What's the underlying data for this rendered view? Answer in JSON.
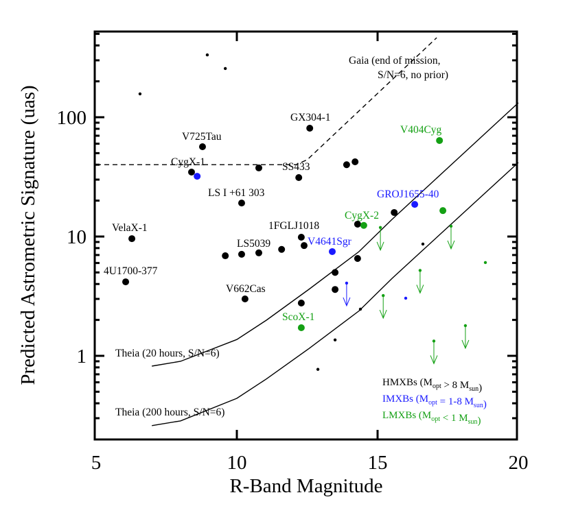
{
  "chart_data": {
    "type": "scatter",
    "xlabel": "R-Band Magnitude",
    "ylabel": "Predicted Astrometric Signature (uas)",
    "xlim": [
      5,
      20
    ],
    "ylim": [
      0.2,
      530
    ],
    "yscale": "log",
    "x_ticks": [
      "5",
      "10",
      "15",
      "20"
    ],
    "y_ticks": [
      "1",
      "10",
      "100"
    ],
    "grid": false,
    "legend_placement": "bottom-right",
    "colors": {
      "HMXB": "#000000",
      "IMXB": "#1a1aff",
      "LMXB": "#14a014"
    },
    "legend": [
      {
        "class": "HMXB",
        "prefix": "HMXBs (M",
        "sub1": "opt",
        "mid": " > 8 M",
        "sub2": "sun",
        "suffix": ")"
      },
      {
        "class": "IMXB",
        "prefix": "IMXBs (M",
        "sub1": "opt",
        "mid": " = 1-8 M",
        "sub2": "sun",
        "suffix": ")"
      },
      {
        "class": "LMXB",
        "prefix": "LMXBs (M",
        "sub1": "opt",
        "mid": " < 1 M",
        "sub2": "sun",
        "suffix": ")"
      }
    ],
    "points": [
      {
        "class": "HMXB",
        "x": 8.78,
        "y": 56.6,
        "label": "V725Tau"
      },
      {
        "class": "HMXB",
        "x": 8.39,
        "y": 34.7,
        "label": "CygX-1"
      },
      {
        "class": "HMXB",
        "x": 10.78,
        "y": 37.6,
        "label": ""
      },
      {
        "class": "HMXB",
        "x": 12.2,
        "y": 31.2,
        "label": "SS433"
      },
      {
        "class": "HMXB",
        "x": 12.59,
        "y": 80.9,
        "label": "GX304-1"
      },
      {
        "class": "HMXB",
        "x": 13.9,
        "y": 40.0,
        "label": ""
      },
      {
        "class": "HMXB",
        "x": 14.2,
        "y": 42.3,
        "label": ""
      },
      {
        "class": "HMXB",
        "x": 10.17,
        "y": 19.1,
        "label": "LS I +61 303"
      },
      {
        "class": "HMXB",
        "x": 6.27,
        "y": 9.6,
        "label": "VelaX-1"
      },
      {
        "class": "HMXB",
        "x": 15.59,
        "y": 15.9,
        "label": ""
      },
      {
        "class": "HMXB",
        "x": 14.29,
        "y": 12.7,
        "label": ""
      },
      {
        "class": "HMXB",
        "x": 12.29,
        "y": 9.87,
        "label": "1FGLJ1018"
      },
      {
        "class": "HMXB",
        "x": 12.39,
        "y": 8.4,
        "label": ""
      },
      {
        "class": "HMXB",
        "x": 11.59,
        "y": 7.8,
        "label": ""
      },
      {
        "class": "HMXB",
        "x": 10.78,
        "y": 7.3,
        "label": ""
      },
      {
        "class": "HMXB",
        "x": 10.17,
        "y": 7.1,
        "label": "LS5039"
      },
      {
        "class": "HMXB",
        "x": 9.59,
        "y": 6.9,
        "label": ""
      },
      {
        "class": "HMXB",
        "x": 14.29,
        "y": 6.55,
        "label": ""
      },
      {
        "class": "HMXB",
        "x": 13.49,
        "y": 5.0,
        "label": ""
      },
      {
        "class": "HMXB",
        "x": 6.05,
        "y": 4.17,
        "label": "4U1700-377"
      },
      {
        "class": "HMXB",
        "x": 13.49,
        "y": 3.6,
        "label": ""
      },
      {
        "class": "HMXB",
        "x": 10.29,
        "y": 3.0,
        "label": "V662Cas"
      },
      {
        "class": "HMXB",
        "x": 12.29,
        "y": 2.77,
        "label": ""
      },
      {
        "class": "HMXB",
        "x": 8.95,
        "y": 333,
        "label": "",
        "small": true
      },
      {
        "class": "HMXB",
        "x": 9.59,
        "y": 256,
        "label": "",
        "small": true
      },
      {
        "class": "HMXB",
        "x": 6.56,
        "y": 157,
        "label": "",
        "small": true
      },
      {
        "class": "HMXB",
        "x": 16.61,
        "y": 8.65,
        "label": "",
        "small": true
      },
      {
        "class": "HMXB",
        "x": 14.39,
        "y": 2.46,
        "label": "",
        "small": true
      },
      {
        "class": "HMXB",
        "x": 13.49,
        "y": 1.36,
        "label": "",
        "small": true
      },
      {
        "class": "HMXB",
        "x": 12.88,
        "y": 0.77,
        "label": "",
        "small": true
      },
      {
        "class": "IMXB",
        "x": 8.59,
        "y": 32.0,
        "label": ""
      },
      {
        "class": "IMXB",
        "x": 16.32,
        "y": 18.6,
        "label": "GROJ1655-40"
      },
      {
        "class": "IMXB",
        "x": 13.39,
        "y": 7.48,
        "label": "V4641Sgr"
      },
      {
        "class": "IMXB",
        "x": 13.9,
        "y": 4.07,
        "label": "",
        "small": true,
        "upper_limit": true
      },
      {
        "class": "IMXB",
        "x": 16.0,
        "y": 3.04,
        "label": "",
        "small": true
      },
      {
        "class": "LMXB",
        "x": 17.2,
        "y": 63.8,
        "label": "V404Cyg"
      },
      {
        "class": "LMXB",
        "x": 17.32,
        "y": 16.5,
        "label": ""
      },
      {
        "class": "LMXB",
        "x": 14.51,
        "y": 12.4,
        "label": "CygX-2"
      },
      {
        "class": "LMXB",
        "x": 12.29,
        "y": 1.72,
        "label": "ScoX-1"
      },
      {
        "class": "LMXB",
        "x": 18.83,
        "y": 6.05,
        "label": "",
        "small": true
      },
      {
        "class": "LMXB",
        "x": 15.1,
        "y": 11.9,
        "label": "",
        "small": true,
        "upper_limit": true
      },
      {
        "class": "LMXB",
        "x": 17.61,
        "y": 12.2,
        "label": "",
        "small": true,
        "upper_limit": true
      },
      {
        "class": "LMXB",
        "x": 16.51,
        "y": 5.2,
        "label": "",
        "small": true,
        "upper_limit": true
      },
      {
        "class": "LMXB",
        "x": 15.2,
        "y": 3.2,
        "label": "",
        "small": true,
        "upper_limit": true
      },
      {
        "class": "LMXB",
        "x": 18.12,
        "y": 1.79,
        "label": "",
        "small": true,
        "upper_limit": true
      },
      {
        "class": "LMXB",
        "x": 17.0,
        "y": 1.33,
        "label": "",
        "small": true,
        "upper_limit": true
      }
    ],
    "curves": [
      {
        "label": "Theia (20 hours, S/N=6)",
        "style": "solid",
        "x": [
          6.98,
          8.0,
          10.0,
          11.05,
          12.56,
          14.34,
          15.51,
          20.0
        ],
        "y": [
          0.82,
          0.9,
          1.37,
          1.99,
          3.61,
          7.47,
          13.9,
          132
        ]
      },
      {
        "label": "Theia (200 hours, S/N=6)",
        "style": "solid",
        "x": [
          6.98,
          8.0,
          10.0,
          11.05,
          12.56,
          14.34,
          15.51,
          20.0
        ],
        "y": [
          0.26,
          0.285,
          0.44,
          0.64,
          1.15,
          2.38,
          4.45,
          41.7
        ]
      },
      {
        "label_lines": [
          "Gaia (end of mission,",
          "S/N=6, no prior)"
        ],
        "style": "dashed",
        "x": [
          5.0,
          12.1,
          12.5,
          17.1
        ],
        "y": [
          40,
          40,
          44,
          464
        ]
      }
    ]
  }
}
